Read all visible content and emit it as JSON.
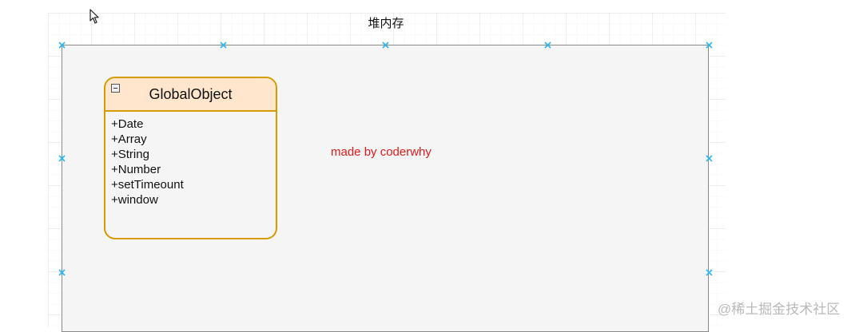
{
  "diagram": {
    "container_title": "堆内存",
    "uml_class": {
      "name": "GlobalObject",
      "members": [
        "+Date",
        "+Array",
        "+String",
        "+Number",
        "+setTimeount",
        "+window"
      ]
    },
    "note": "made by coderwhy"
  },
  "watermark": "@稀土掘金技术社区",
  "colors": {
    "class_border": "#d79b00",
    "class_header": "#ffe6cc",
    "note_text": "#e01a1a",
    "handle": "#29b6f2"
  },
  "icons": {
    "cursor": "mouse-pointer-icon",
    "collapse": "collapse-minus-icon",
    "handle": "selection-handle-icon"
  }
}
